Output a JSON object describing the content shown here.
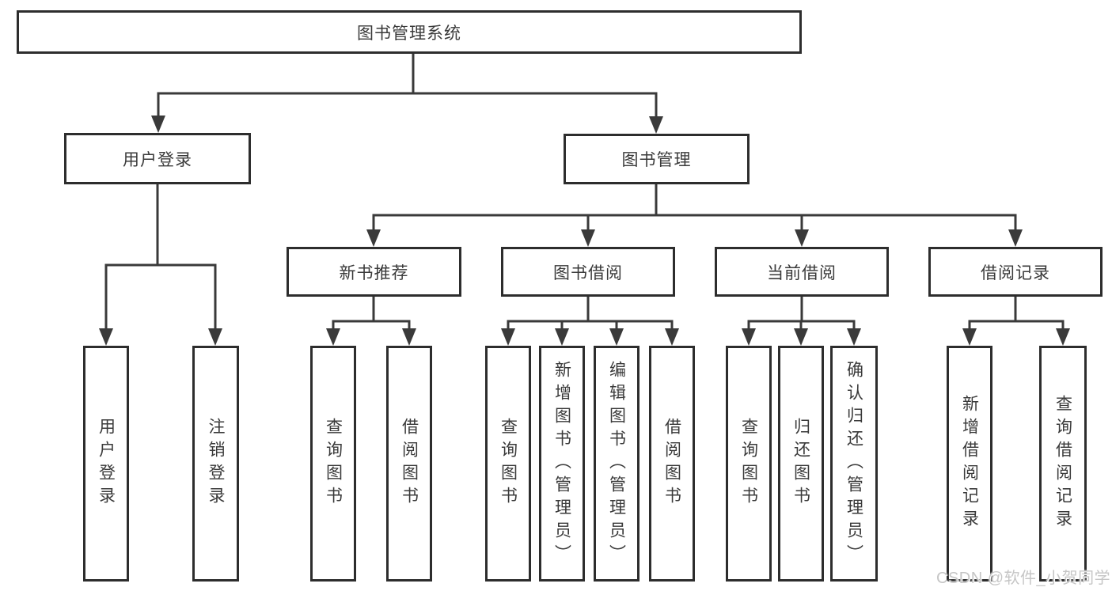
{
  "tree": {
    "label": "图书管理系统",
    "children": [
      {
        "label": "用户登录",
        "children": [
          {
            "label": "用户登录"
          },
          {
            "label": "注销登录"
          }
        ]
      },
      {
        "label": "图书管理",
        "children": [
          {
            "label": "新书推荐",
            "children": [
              {
                "label": "查询图书"
              },
              {
                "label": "借阅图书"
              }
            ]
          },
          {
            "label": "图书借阅",
            "children": [
              {
                "label": "查询图书"
              },
              {
                "label": "新增图书（管理员）"
              },
              {
                "label": "编辑图书（管理员）"
              },
              {
                "label": "借阅图书"
              }
            ]
          },
          {
            "label": "当前借阅",
            "children": [
              {
                "label": "查询图书"
              },
              {
                "label": "归还图书"
              },
              {
                "label": "确认归还（管理员）"
              }
            ]
          },
          {
            "label": "借阅记录",
            "children": [
              {
                "label": "新增借阅记录"
              },
              {
                "label": "查询借阅记录"
              }
            ]
          }
        ]
      }
    ]
  },
  "watermark": {
    "text": "CSDN @软件_小贺同学"
  },
  "colors": {
    "line": "#3a3a3a",
    "box_border": "#2d2d2d",
    "text": "#3a3a3a",
    "background": "#ffffff",
    "watermark": "#c6c6c6"
  }
}
